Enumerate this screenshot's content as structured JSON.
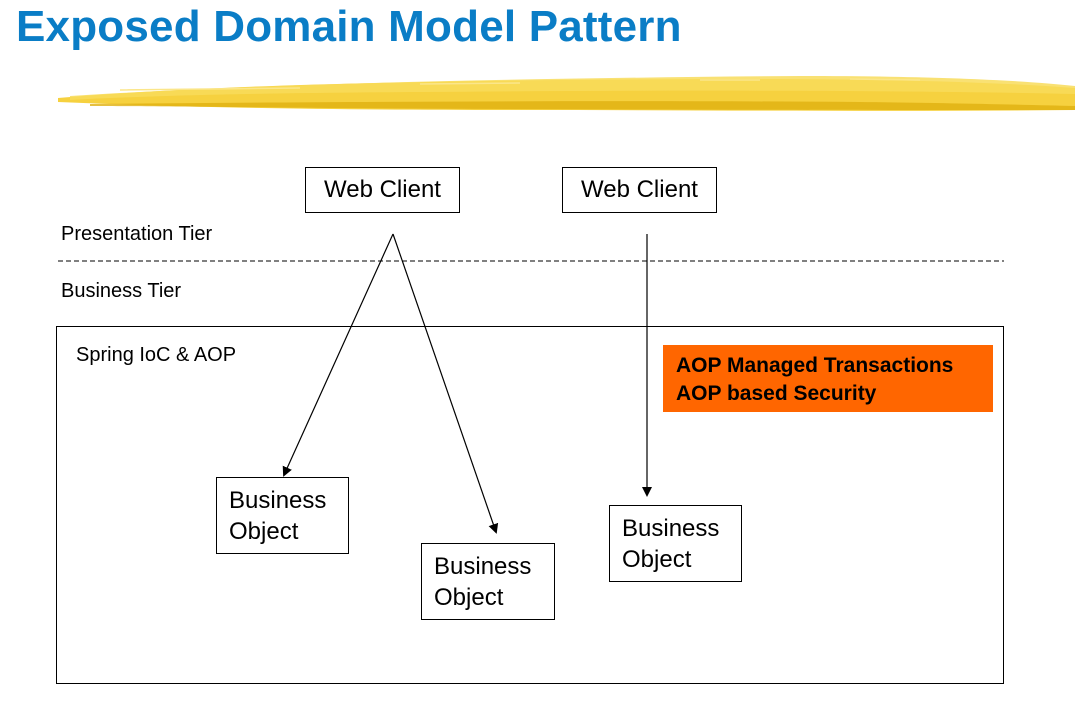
{
  "slide": {
    "title": "Exposed Domain Model Pattern"
  },
  "tiers": {
    "presentation": "Presentation Tier",
    "business": "Business Tier"
  },
  "clients": [
    {
      "label": "Web Client"
    },
    {
      "label": "Web Client"
    }
  ],
  "container": {
    "label": "Spring IoC & AOP"
  },
  "aop_box": {
    "line1": "AOP Managed Transactions",
    "line2": "AOP based Security",
    "color": "#ff6600"
  },
  "business_objects": [
    {
      "label": "Business\nObject"
    },
    {
      "label": "Business\nObject"
    },
    {
      "label": "Business\nObject"
    }
  ],
  "colors": {
    "title": "#0a7dc6",
    "highlight_stroke": "#f2c200"
  }
}
